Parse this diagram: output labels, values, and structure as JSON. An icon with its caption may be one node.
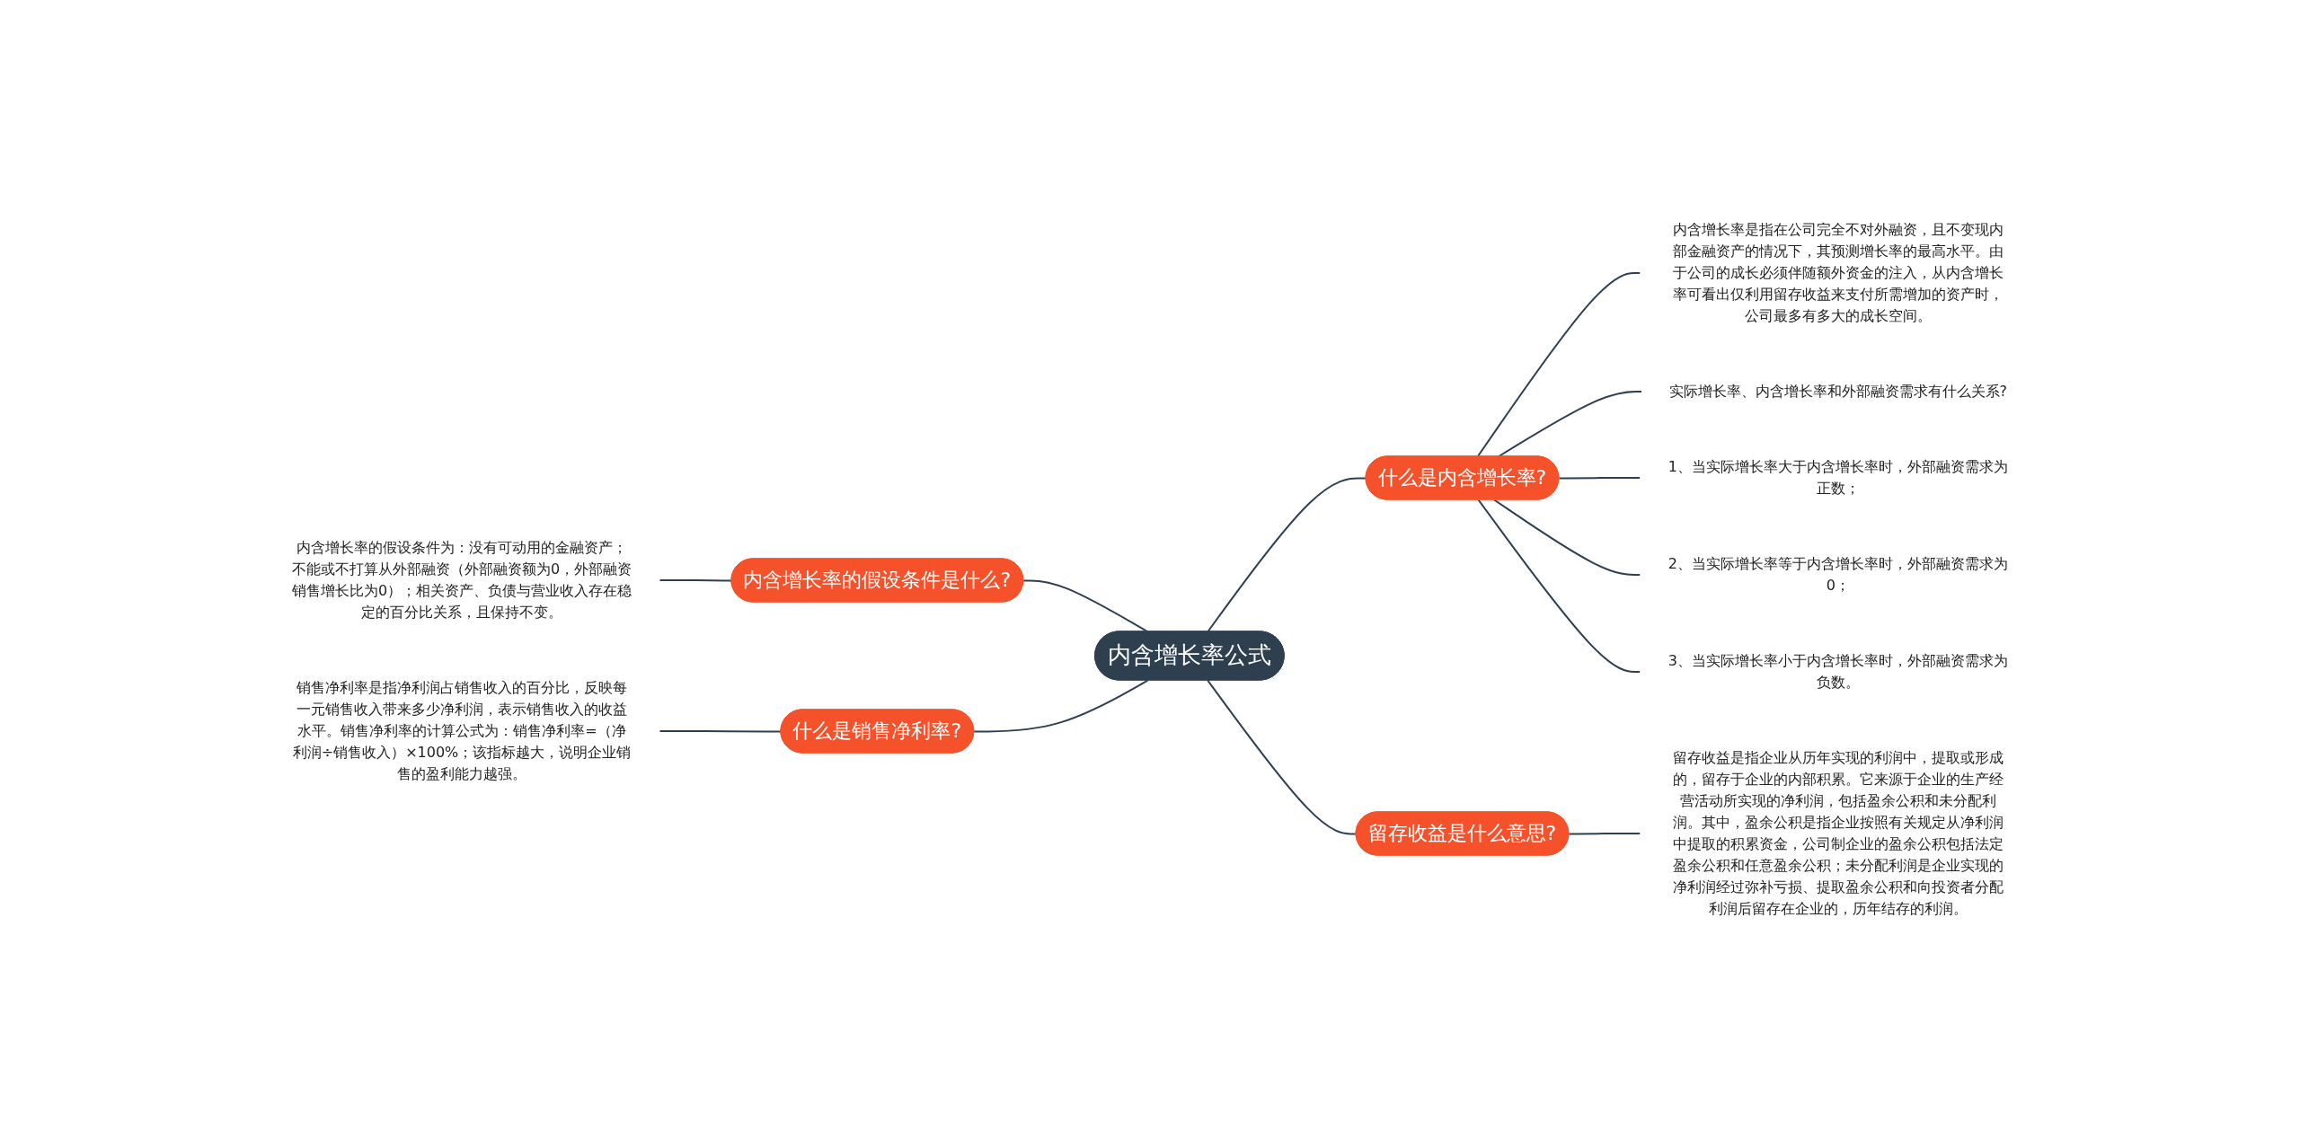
{
  "diagram": {
    "nodes": [
      {
        "text": [
          "内含增长率公式"
        ]
      },
      {
        "text": [
          "什么是内含增长率?"
        ]
      },
      {
        "text": [
          "内含增长率是指在公司完全不对外融资，且不变现内部金融资产的情况下，其预测增长率的最高水平。由于公司的成长必须伴随额外资金的注入，从内含增长率可看出仅利用留存收益来支付所需增加的资产时，公司最多有多大的成长空间。"
        ]
      },
      {
        "text": [
          "实际增长率、内含增长率和外部融资需求有什么关系?"
        ]
      },
      {
        "text": [
          "1、当实际增长率大于内含增长率时，外部融资需求为正数；"
        ]
      },
      {
        "text": [
          "2、当实际增长率等于内含增长率时，外部融资需求为0；"
        ]
      },
      {
        "text": [
          "3、当实际增长率小于内含增长率时，外部融资需求为负数。"
        ]
      },
      {
        "text": [
          "留存收益是什么意思?"
        ]
      },
      {
        "text": [
          "留存收益是指企业从历年实现的利润中，提取或形成的，留存于企业的内部积累。它来源于企业的生产经营活动所实现的净利润，包括盈余公积和未分配利润。其中，盈余公积是指企业按照有关规定从净利润中提取的积累资金，公司制企业的盈余公积包括法定盈余公积和任意盈余公积；未分配利润是企业实现的净利润经过弥补亏损、提取盈余公积和向投资者分配利润后留存在企业的，历年结存的利润。"
        ]
      },
      {
        "text": [
          "内含增长率的假设条件是什么?"
        ]
      },
      {
        "text": [
          "内含增长率的假设条件为：没有可动用的金融资产；不能或不打算从外部融资（外部融资额为0，外部融资销售增长比为0）；相关资产、负债与营业收入存在稳定的百分比关系，且保持不变。"
        ]
      },
      {
        "text": [
          "什么是销售净利率?"
        ]
      },
      {
        "text": [
          "销售净利率是指净利润占销售收入的百分比，反映每一元销售收入带来多少净利润，表示销售收入的收益水平。销售净利率的计算公式为：销售净利率=（净利润÷销售收入）×100%；该指标越大，说明企业销售的盈利能力越强。"
        ]
      }
    ],
    "edges": [
      {
        "from": 0,
        "to": 1,
        "arrow": "none"
      },
      {
        "from": 1,
        "to": 2,
        "arrow": "none"
      },
      {
        "from": 1,
        "to": 3,
        "arrow": "none"
      },
      {
        "from": 1,
        "to": 4,
        "arrow": "none"
      },
      {
        "from": 1,
        "to": 5,
        "arrow": "none"
      },
      {
        "from": 1,
        "to": 6,
        "arrow": "none"
      },
      {
        "from": 0,
        "to": 7,
        "arrow": "none"
      },
      {
        "from": 7,
        "to": 8,
        "arrow": "none"
      },
      {
        "from": 9,
        "to": 0,
        "arrow": "none"
      },
      {
        "from": 10,
        "to": 9,
        "arrow": "none"
      },
      {
        "from": 11,
        "to": 0,
        "arrow": "none"
      },
      {
        "from": 12,
        "to": 11,
        "arrow": "none"
      }
    ]
  }
}
